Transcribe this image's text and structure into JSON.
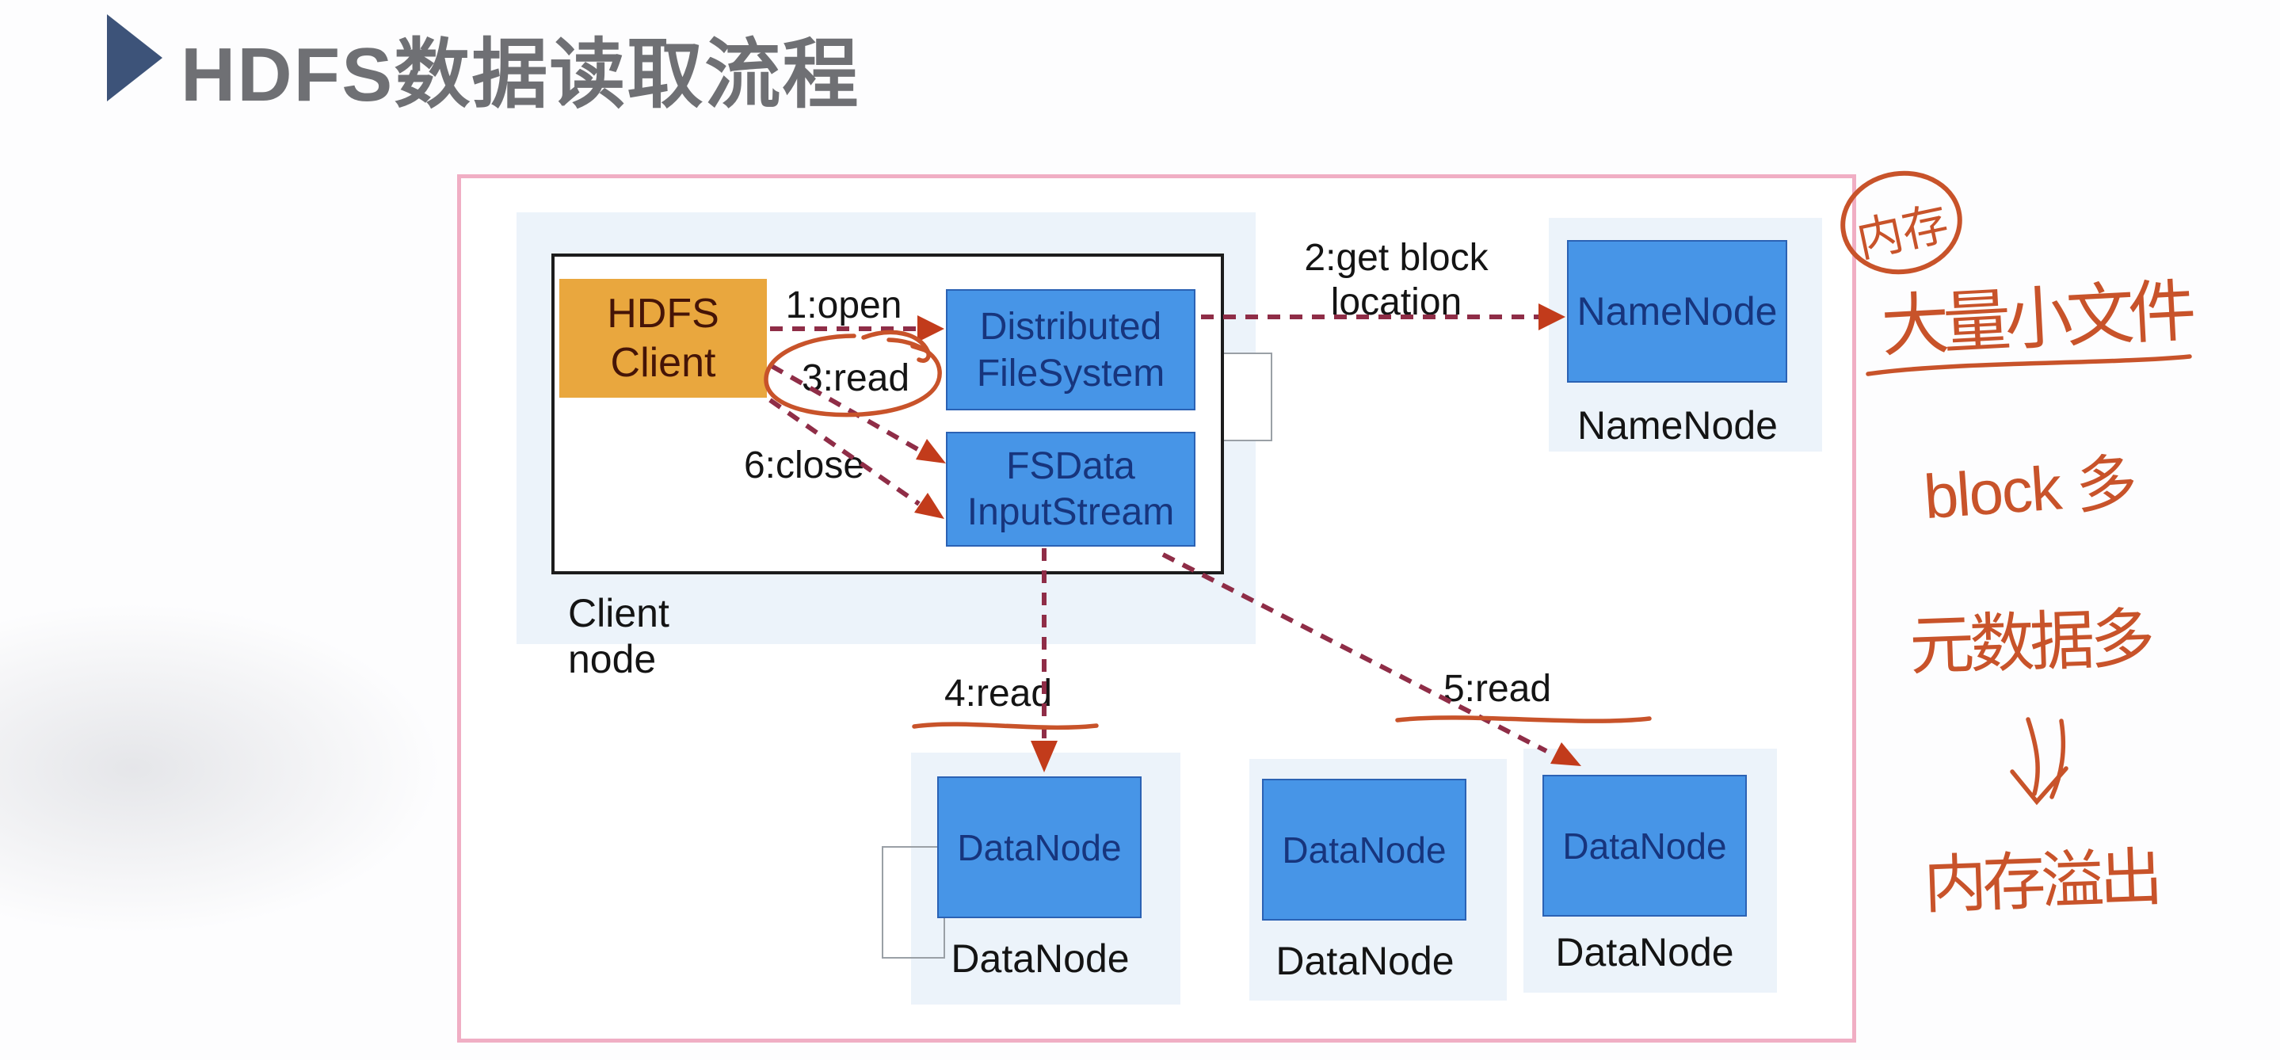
{
  "title": {
    "icon": "triangle-right",
    "text": "HDFS数据读取流程"
  },
  "client": {
    "caption": "Client node",
    "hdfs_client": {
      "line1": "HDFS",
      "line2": "Client"
    },
    "distributed_fs": {
      "line1": "Distributed",
      "line2": "FileSystem"
    },
    "fsdata_stream": {
      "line1": "FSData",
      "line2": "InputStream"
    }
  },
  "namenode": {
    "box_text": "NameNode",
    "caption": "NameNode"
  },
  "datanodes": [
    {
      "box_text": "DataNode",
      "caption": "DataNode"
    },
    {
      "box_text": "DataNode",
      "caption": "DataNode"
    },
    {
      "box_text": "DataNode",
      "caption": "DataNode"
    }
  ],
  "flow_labels": {
    "open": "1:open",
    "get_block_line1": "2:get block",
    "get_block_line2": "location",
    "read3": "3:read",
    "read4": "4:read",
    "read5": "5:read",
    "close6": "6:close"
  },
  "handwritten": {
    "circled": "内存",
    "note1": "大量小文件",
    "note2": "block 多",
    "note3": "元数据多",
    "note4": "内存溢出"
  },
  "colors": {
    "frame_pink": "#f0aec4",
    "node_blue": "#4795e7",
    "node_blue_border": "#2b62b4",
    "node_text_navy": "#17357d",
    "node_orange": "#e9a73e",
    "panel_blue": "#ecf3fa",
    "arrow_dash": "#8f2d47",
    "arrow_head": "#c23b1b",
    "ink_orange": "#c8532a",
    "title_gray": "#6f7074",
    "title_triangle_navy": "#3d5379"
  }
}
